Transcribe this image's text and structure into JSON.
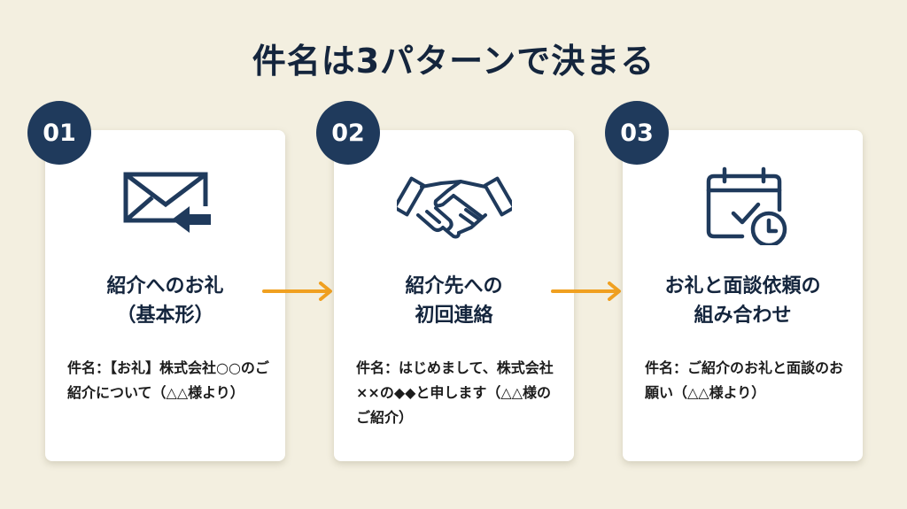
{
  "title": "件名は3パターンで決まる",
  "colors": {
    "background": "#f3efe0",
    "navy": "#1f3a5c",
    "arrow": "#f0a020",
    "card": "#ffffff"
  },
  "steps": [
    {
      "number": "01",
      "icon": "envelope-arrow-icon",
      "title_line1": "紹介へのお礼",
      "title_line2": "（基本形）",
      "body": "件名：【お礼】株式会社○○のご紹介について（△△様より）"
    },
    {
      "number": "02",
      "icon": "handshake-icon",
      "title_line1": "紹介先への",
      "title_line2": "初回連絡",
      "body": "件名：はじめまして、株式会社××の◆◆と申します（△△様のご紹介）"
    },
    {
      "number": "03",
      "icon": "calendar-check-clock-icon",
      "title_line1": "お礼と面談依頼の",
      "title_line2": "組み合わせ",
      "body": "件名：ご紹介のお礼と面談のお願い（△△様より）"
    }
  ]
}
